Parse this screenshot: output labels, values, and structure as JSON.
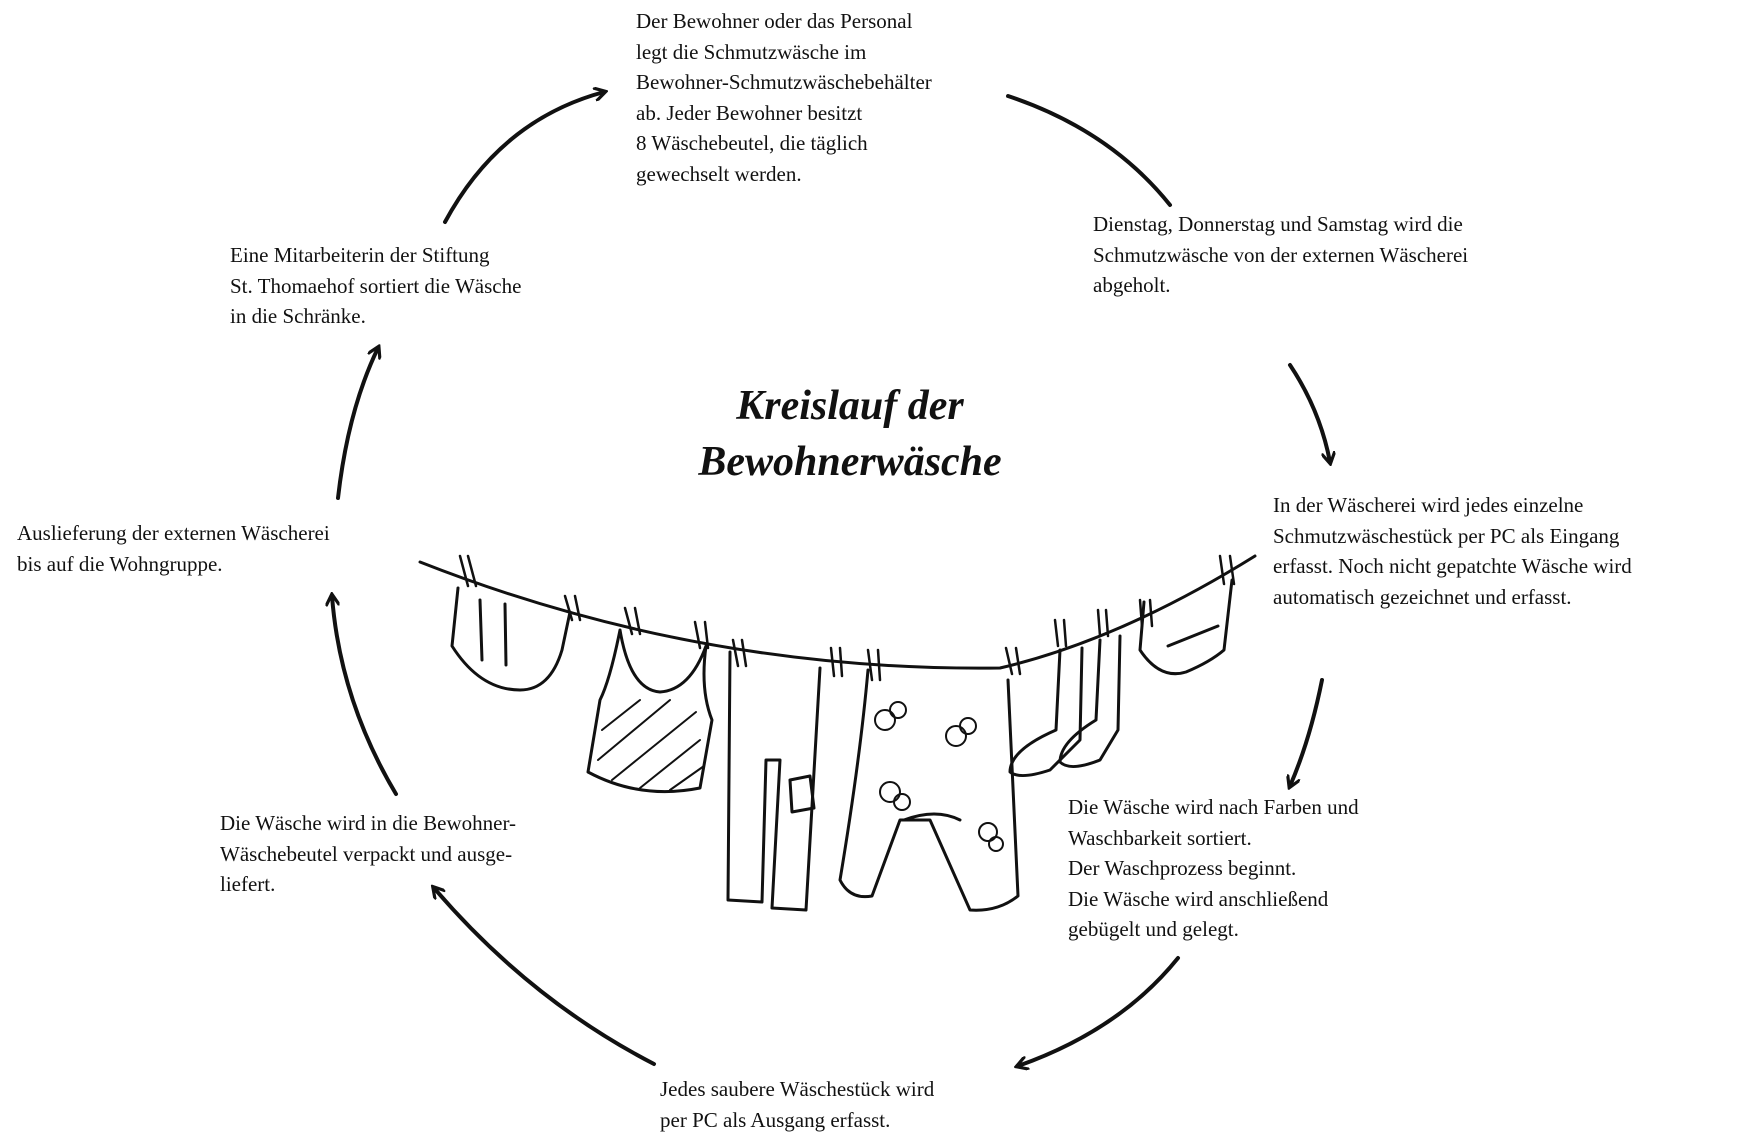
{
  "diagram": {
    "title_lines": [
      "Kreislauf der",
      "Bewohnerwäsche"
    ],
    "steps": [
      {
        "id": "step-1",
        "lines": [
          "Der Bewohner oder das Personal",
          "legt die Schmutzwäsche im",
          "Bewohner-Schmutzwäschebehälter",
          "ab. Jeder Bewohner besitzt",
          "8 Wäschebeutel, die täglich",
          "gewechselt werden."
        ]
      },
      {
        "id": "step-2",
        "lines": [
          "Dienstag, Donnerstag und Samstag wird die",
          "Schmutzwäsche von der externen Wäscherei",
          "abgeholt."
        ]
      },
      {
        "id": "step-3",
        "lines": [
          "In der Wäscherei wird jedes einzelne",
          "Schmutzwäschestück per PC als Eingang",
          "erfasst. Noch nicht gepatchte Wäsche wird",
          "automatisch gezeichnet und erfasst."
        ]
      },
      {
        "id": "step-4",
        "lines": [
          "Die Wäsche wird nach Farben und",
          "Waschbarkeit sortiert.",
          "Der Waschprozess beginnt.",
          "Die Wäsche wird anschließend",
          "gebügelt und gelegt."
        ]
      },
      {
        "id": "step-5",
        "lines": [
          "Jedes saubere Wäschestück wird",
          "per PC als Ausgang erfasst."
        ]
      },
      {
        "id": "step-6",
        "lines": [
          "Die Wäsche wird in die Bewohner-",
          "Wäschebeutel verpackt und ausge-",
          "liefert."
        ]
      },
      {
        "id": "step-7",
        "lines": [
          "Auslieferung der externen Wäscherei",
          "bis auf die Wohngruppe."
        ]
      },
      {
        "id": "step-8",
        "lines": [
          "Eine Mitarbeiterin der Stiftung",
          "St. Thomaehof sortiert die Wäsche",
          "in die Schränke."
        ]
      }
    ],
    "colors": {
      "ink": "#111111",
      "paper": "#ffffff"
    },
    "illustration": "clothesline-with-laundry"
  }
}
